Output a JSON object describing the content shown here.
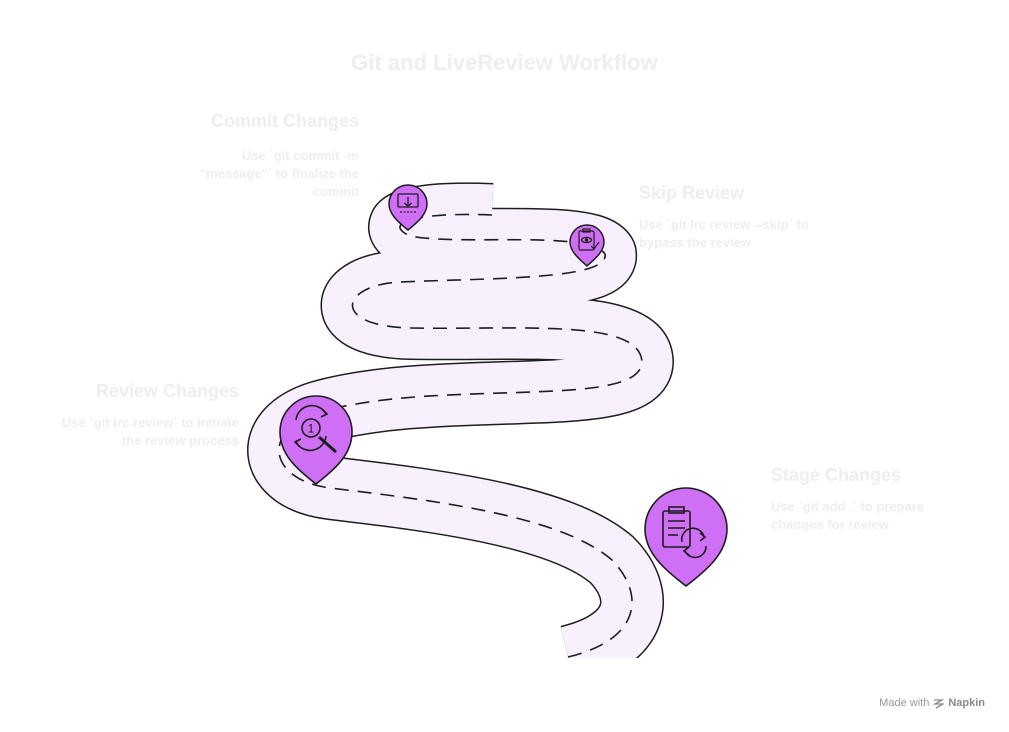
{
  "title": "Git and LiveReview Workflow",
  "steps": {
    "commit": {
      "title": "Commit Changes",
      "desc": "Use `git commit -m \"message\"` to finalize the commit",
      "icon": "computer-download-icon"
    },
    "skip": {
      "title": "Skip Review",
      "desc": "Use `git lrc review --skip` to bypass the review",
      "icon": "clipboard-eye-icon"
    },
    "review": {
      "title": "Review Changes",
      "desc": "Use `git lrc review` to initiate the review process",
      "icon": "magnifier-refresh-icon",
      "badge": "1"
    },
    "stage": {
      "title": "Stage Changes",
      "desc": "Use `git add .` to prepare changes for review",
      "icon": "clipboard-refresh-icon"
    }
  },
  "colors": {
    "marker_fill": "#cf6ff5",
    "marker_dark": "#a34fd0",
    "road_fill": "#f8f0fc",
    "stroke": "#1d1d1d",
    "text": "#eeeeee"
  },
  "footer": {
    "made_with": "Made with",
    "brand": "Napkin"
  }
}
